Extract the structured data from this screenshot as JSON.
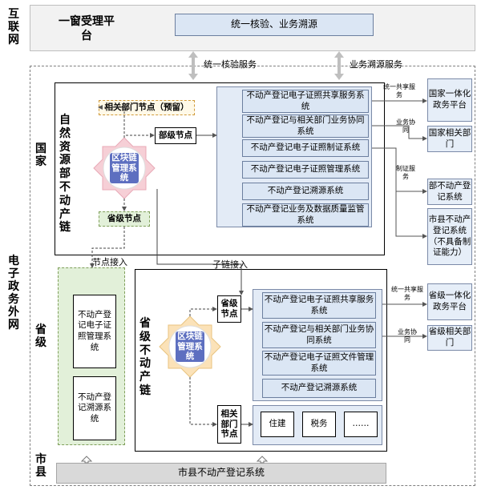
{
  "network": {
    "internet": "互联网",
    "egov_external": "电子政务外网"
  },
  "levels": {
    "national": "国家",
    "provincial": "省级",
    "city_county": "市县"
  },
  "top": {
    "platform": "一窗受理平台",
    "verify_trace": "统一核验、业务溯源",
    "arrow_left_label": "统一核验服务",
    "arrow_right_label": "业务溯源服务"
  },
  "national_chain": {
    "title": "自然资源部不动产链",
    "related_node": "相关部门节点（预留）",
    "ministry_node": "部级节点",
    "provincial_node": "省级节点",
    "blockchain": "区块链管理系统",
    "systems": [
      "不动产登记电子证照共享服务系统",
      "不动产登记与相关部门业务协同系统",
      "不动产登记电子证照制证系统",
      "不动产登记电子证照管理系统",
      "不动产登记溯源系统",
      "不动产登记业务及数据质量监管系统"
    ],
    "service_labels": [
      "统一共享服务",
      "业务协同",
      "制证服务"
    ],
    "right_boxes": [
      "国家一体化政务平台",
      "国家相关部门",
      "部不动产登记系统",
      "市县不动产登记系统（不具备制证能力）"
    ]
  },
  "links": {
    "node_access": "节点接入",
    "subchain_access": "子链接入"
  },
  "provincial_left": {
    "systems": [
      "不动产登记电子证照管理系统",
      "不动产登记溯源系统"
    ]
  },
  "provincial_chain": {
    "title": "省级不动产链",
    "provincial_node": "省级节点",
    "related_node": "相关部门节点",
    "blockchain": "区块链管理系统",
    "systems": [
      "不动产登记电子证照共享服务系统",
      "不动产登记与相关部门业务协同系统",
      "不动产登记电子证照文件管理系统",
      "不动产登记溯源系统"
    ],
    "departments": [
      "住建",
      "税务",
      "……"
    ],
    "service_labels": [
      "统一共享服务",
      "业务协同"
    ],
    "right_boxes": [
      "省级一体化政务平台",
      "省级相关部门"
    ]
  },
  "bottom": {
    "city_system": "市县不动产登记系统"
  }
}
